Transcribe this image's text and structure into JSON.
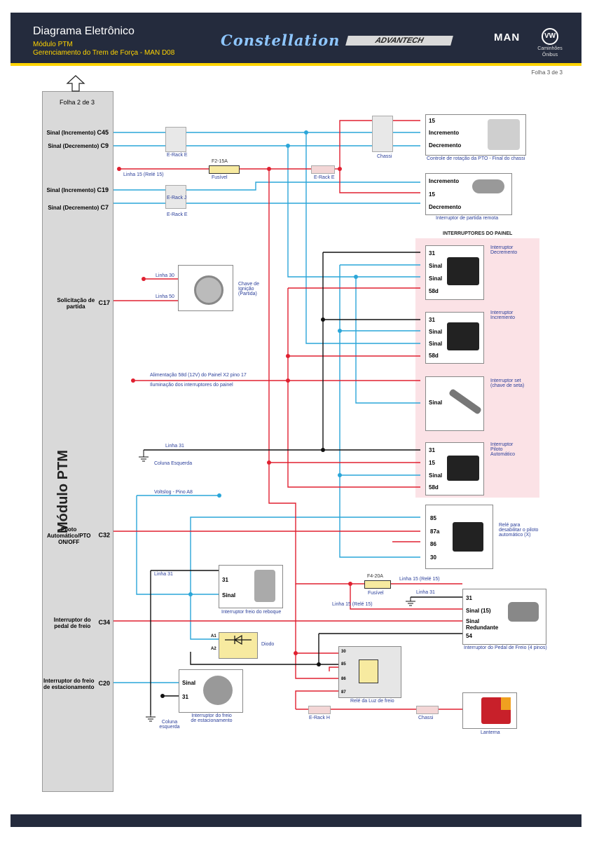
{
  "header": {
    "title": "Diagrama Eletrônico",
    "subtitle1": "Módulo PTM",
    "subtitle2": "Gerenciamento do Trem de Força - MAN D08",
    "brand": "Constellation",
    "brand2": "ADVANTECH",
    "logo_man": "MAN",
    "logo_vw": "VW",
    "logo_vw_sub": "Caminhões Ônibus"
  },
  "page": {
    "folha": "Folha 3 de 3"
  },
  "module": {
    "name": "Módulo PTM",
    "folha_prev": "Folha 2 de 3"
  },
  "pins": [
    {
      "label": "Sinal (Incremento)",
      "code": "C45"
    },
    {
      "label": "Sinal (Decremento)",
      "code": "C9"
    },
    {
      "label": "Sinal (Incremento)",
      "code": "C19"
    },
    {
      "label": "Sinal (Decremento)",
      "code": "C7"
    },
    {
      "label": "Solicitação de partida",
      "code": "C17"
    },
    {
      "label": "Piloto Automático/PTO ON/OFF",
      "code": "C32"
    },
    {
      "label": "Interruptor do pedal de freio",
      "code": "C34"
    },
    {
      "label": "Interruptor do freio de estacionamento",
      "code": "C20"
    }
  ],
  "connectors": {
    "erack_e": "E-Rack E",
    "erack_j": "E-Rack J",
    "erack_h": "E-Rack H",
    "chassi": "Chassi",
    "fusivel": "Fusível",
    "f2": "F2-15A",
    "f4": "F4-20A"
  },
  "lines": {
    "linha15_rele15": "Linha 15 (Relé 15)",
    "linha30": "Linha 30",
    "linha50": "Linha 50",
    "alimentacao": "Alimentação 58d (12V) do Painel X2 pino 17",
    "iluminacao": "Iluminação dos interruptores do painel",
    "linha31": "Linha 31",
    "coluna_esquerda": "Coluna Esquerda",
    "voltslog": "Voltslog - Pino A8",
    "coluna_esquerda2": "Coluna esquerda"
  },
  "components": {
    "pto": {
      "name": "Controle de rotação da PTO - Final do chassi",
      "pins": [
        "15",
        "Incremento",
        "Decremento"
      ]
    },
    "remote": {
      "name": "Interruptor de partida remota",
      "pins": [
        "Incremento",
        "15",
        "Decremento"
      ]
    },
    "ignicao": {
      "name": "Chave de Ignição (Partida)"
    },
    "painel_title": "INTERRUPTORES DO PAINEL",
    "int_dec": {
      "name": "Interruptor Decremento",
      "pins": [
        "31",
        "Sinal",
        "Sinal",
        "58d"
      ]
    },
    "int_inc": {
      "name": "Interruptor Incremento",
      "pins": [
        "31",
        "Sinal",
        "Sinal",
        "58d"
      ]
    },
    "int_set": {
      "name": "Interruptor set (chave de seta)",
      "pins": [
        "Sinal"
      ]
    },
    "int_piloto": {
      "name": "Interruptor Piloto Automático",
      "pins": [
        "31",
        "15",
        "Sinal",
        "58d"
      ]
    },
    "rele_piloto": {
      "name": "Relé para desabilitar o piloto automático (X)",
      "pins": [
        "85",
        "87a",
        "86",
        "30"
      ]
    },
    "reboque": {
      "name": "Interruptor freio do reboque",
      "pins": [
        "31",
        "Sinal"
      ]
    },
    "pedal": {
      "name": "Interruptor do Pedal de Freio (4 pinos)",
      "pins": [
        "31",
        "Sinal (15)",
        "Sinal Redundante",
        "54"
      ]
    },
    "diodo": {
      "name": "Diodo",
      "pins": [
        "A1",
        "A2"
      ]
    },
    "rele_luz": {
      "name": "Relé da Luz de freio",
      "pins": [
        "30",
        "85",
        "86",
        "87"
      ]
    },
    "estac": {
      "name": "Interruptor do freio de estacionamento",
      "pins": [
        "Sinal",
        "31"
      ]
    },
    "lanterna": {
      "name": "Lanterna"
    }
  },
  "colors": {
    "red": "#e02030",
    "blue": "#2aa6d9",
    "black": "#111111",
    "header": "#242b3d",
    "accent": "#ffd400"
  }
}
